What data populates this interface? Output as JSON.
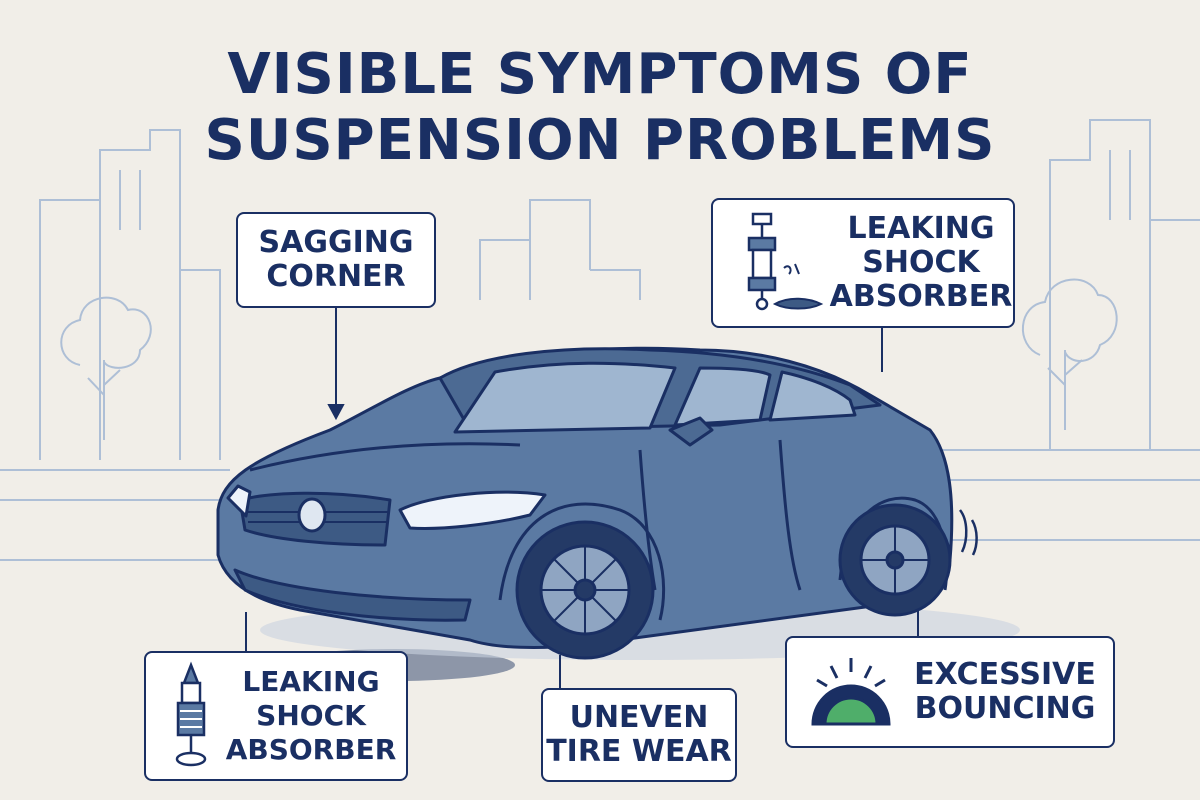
{
  "title": {
    "line1": "VISIBLE SYMPTOMS OF",
    "line2": "SUSPENSION PROBLEMS"
  },
  "callouts": {
    "sagging_corner": {
      "line1": "SAGGING",
      "line2": "CORNER"
    },
    "leaking_shock_top": {
      "line1": "LEAKING",
      "line2": "SHOCK",
      "line3": "ABSORBER"
    },
    "leaking_shock_bottom": {
      "line1": "LEAKING",
      "line2": "SHOCK",
      "line3": "ABSORBER"
    },
    "uneven_tire_wear": {
      "line1": "UNEVEN",
      "line2": "TIRE WEAR"
    },
    "excessive_bouncing": {
      "line1": "EXCESSIVE",
      "line2": "BOUNCING"
    }
  },
  "colors": {
    "background": "#f1eee8",
    "navy": "#1a2f63",
    "car_body": "#5b7aa3",
    "city_lines": "#aebfd6",
    "green": "#4fae6a"
  },
  "icons": [
    "shock-absorber-icon",
    "oil-drip-icon",
    "bounce-arc-icon"
  ]
}
